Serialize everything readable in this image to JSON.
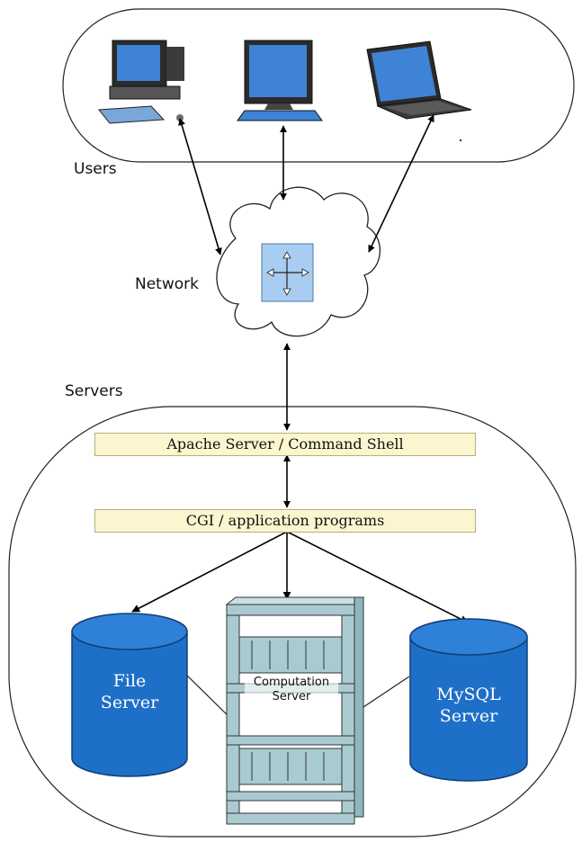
{
  "labels": {
    "users": "Users",
    "network": "Network",
    "servers": "Servers"
  },
  "bars": {
    "apache": "Apache Server / Command Shell",
    "cgi": "CGI / application programs"
  },
  "nodes": {
    "file_server_line1": "File",
    "file_server_line2": "Server",
    "computation_server_line1": "Computation",
    "computation_server_line2": "Server",
    "mysql_server_line1": "MySQL",
    "mysql_server_line2": "Server"
  },
  "colors": {
    "database_blue": "#1e6fc8",
    "rack_teal": "#a9cbd0",
    "bar_fill": "#fbf6cf",
    "router_box": "#a8cdf0",
    "computer_blue": "#3f83d6"
  }
}
